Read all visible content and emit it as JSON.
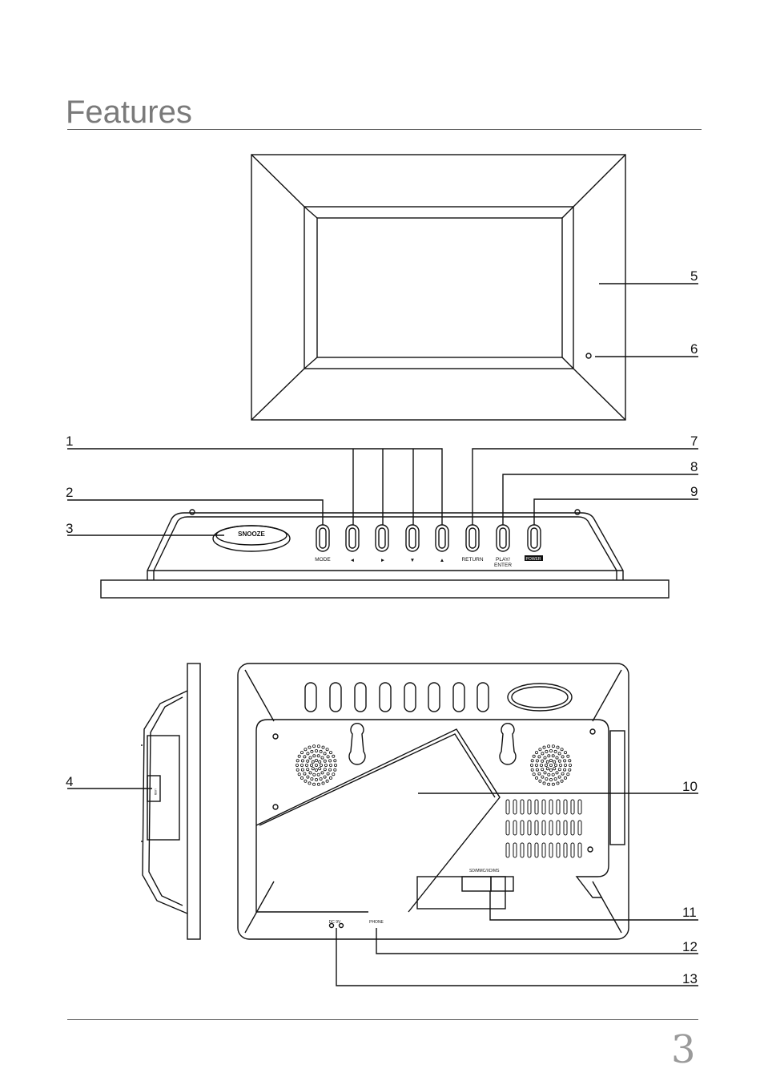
{
  "title": "Features",
  "page_number": "3",
  "callouts": [
    "1",
    "2",
    "3",
    "4",
    "5",
    "6",
    "7",
    "8",
    "9",
    "10",
    "11",
    "12",
    "13"
  ],
  "button_labels": {
    "mode": "MODE",
    "left": "◄",
    "right": "►",
    "down": "▼",
    "up": "▲",
    "return": "RETURN",
    "play_enter_1": "PLAY/",
    "play_enter_2": "ENTER",
    "power": "POWER"
  },
  "snooze": "SNOOZE",
  "ports": {
    "dc": "DC 9V",
    "phone": "PHONE",
    "card": "SD/MMC/XD/MS",
    "usb": "USB"
  }
}
